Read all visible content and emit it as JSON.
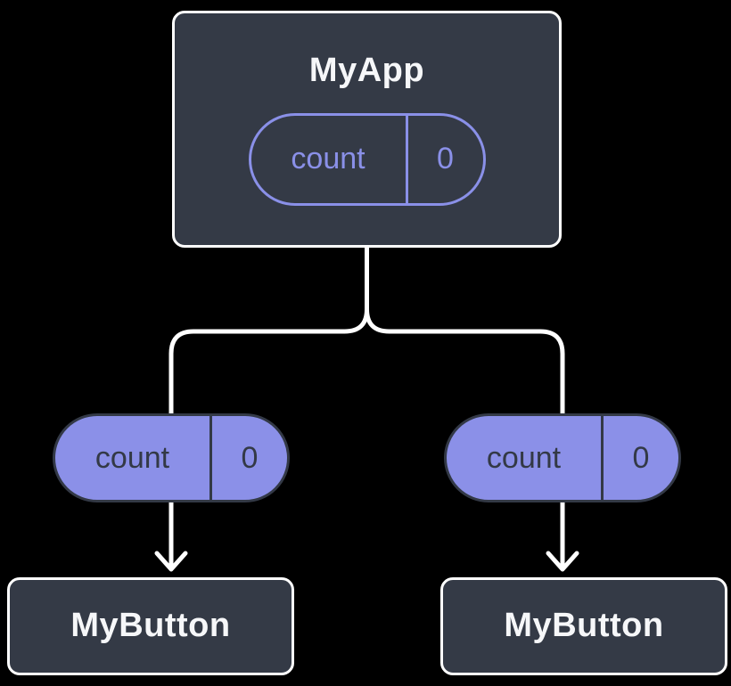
{
  "colors": {
    "background": "#000000",
    "box_fill": "#343a46",
    "box_border": "#ffffff",
    "accent_purple": "#8a90e8",
    "pill_fill_purple": "#8b90e8",
    "dark_text": "#333946",
    "light_text": "#f6f7f9",
    "connector_line": "#ffffff"
  },
  "root_component": {
    "label": "MyApp",
    "state_pill": {
      "key": "count",
      "value": "0"
    }
  },
  "prop_pills": [
    {
      "key": "count",
      "value": "0"
    },
    {
      "key": "count",
      "value": "0"
    }
  ],
  "child_components": [
    {
      "label": "MyButton"
    },
    {
      "label": "MyButton"
    }
  ]
}
